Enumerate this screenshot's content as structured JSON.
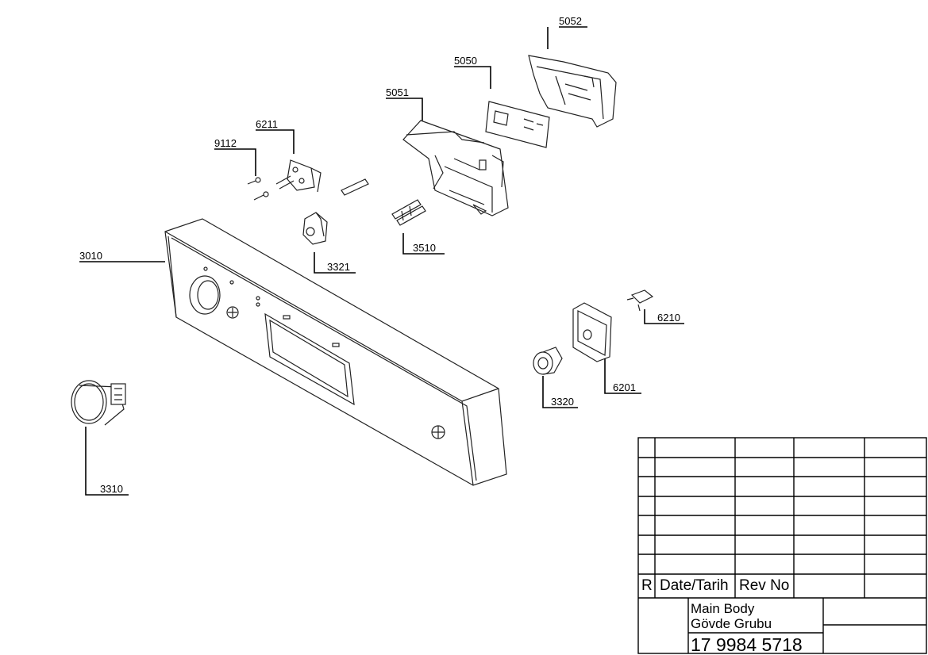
{
  "callouts": {
    "c5052": "5052",
    "c5050": "5050",
    "c5051": "5051",
    "c6211": "6211",
    "c9112": "9112",
    "c3010": "3010",
    "c3321": "3321",
    "c3510": "3510",
    "c6210": "6210",
    "c6201": "6201",
    "c3320": "3320",
    "c3310": "3310"
  },
  "title_block": {
    "rev_col_label": "R",
    "date_col_label": "Date/Tarih",
    "revno_col_label": "Rev No",
    "title_line1": "Main Body",
    "title_line2": "Gövde Grubu",
    "part_number": "17 9984 5718"
  }
}
